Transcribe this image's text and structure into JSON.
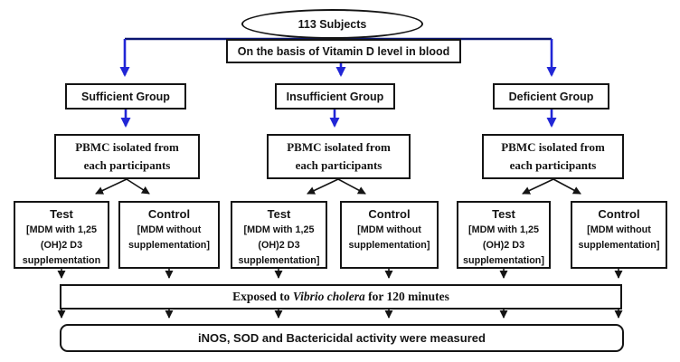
{
  "colors": {
    "arrow_blue": "#2126d6",
    "connector_navy": "#0a1570",
    "arrow_black": "#141414",
    "box_border": "#141414",
    "background": "#ffffff"
  },
  "flowchart": {
    "subjects": "113 Subjects",
    "basis": "On the basis of Vitamin D level in blood",
    "groups": [
      "Sufficient Group",
      "Insufficient Group",
      "Deficient Group"
    ],
    "pbmc": {
      "line1": "PBMC isolated from",
      "line2": "each participants"
    },
    "branches": [
      {
        "header": "Test",
        "lines": [
          "[MDM with 1,25",
          "(OH)2 D3",
          "supplementation"
        ]
      },
      {
        "header": "Control",
        "lines": [
          "[MDM without",
          "supplementation]"
        ]
      },
      {
        "header": "Test",
        "lines": [
          "[MDM with 1,25",
          "(OH)2 D3",
          "supplementation]"
        ]
      },
      {
        "header": "Control",
        "lines": [
          "[MDM without",
          "supplementation]"
        ]
      },
      {
        "header": "Test",
        "lines": [
          "[MDM with 1,25",
          "(OH)2 D3",
          "supplementation]"
        ]
      },
      {
        "header": "Control",
        "lines": [
          "[MDM without",
          "supplementation]"
        ]
      }
    ],
    "exposure": {
      "prefix": "Exposed to ",
      "pathogen": "Vibrio cholera",
      "suffix": " for 120 minutes"
    },
    "outcome": "iNOS, SOD and Bactericidal activity were measured"
  }
}
